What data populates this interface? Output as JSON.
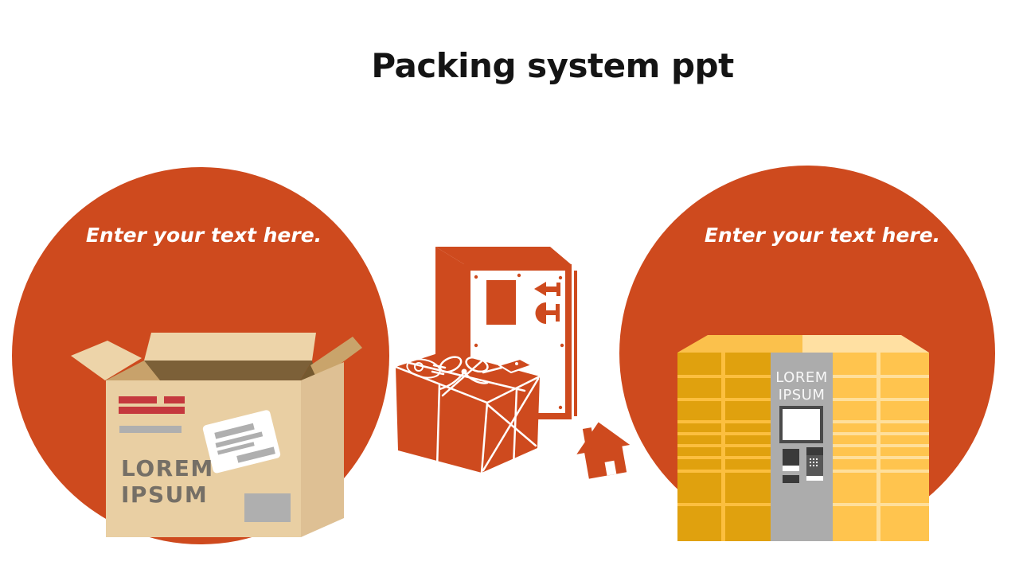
{
  "slide": {
    "title": "Packing system ppt"
  },
  "left_group": {
    "placeholder": "Enter your text here.",
    "box_label": {
      "line1": "LOREM",
      "line2": "IPSUM"
    },
    "icon_names": [
      "open-cardboard-box-icon",
      "shipping-label-icon",
      "postage-stamp-icon"
    ]
  },
  "center_group": {
    "icon_names": [
      "shipping-crate-icon",
      "fragile-glass-icon",
      "this-side-up-arrow-icon",
      "wrapped-parcel-icon",
      "ribbon-bow-icon",
      "parcel-tag-icon",
      "house-icon"
    ]
  },
  "right_group": {
    "placeholder": "Enter your text here.",
    "kiosk_label": {
      "line1": "LOREM",
      "line2": "IPSUM"
    },
    "icon_names": [
      "parcel-locker-icon",
      "kiosk-screen-icon",
      "kiosk-keypad-icon"
    ]
  },
  "colors": {
    "accent_orange": "#CE4A1E",
    "title_black": "#141414",
    "box_tan": "#E9CFA3",
    "box_tan_side": "#DEC094",
    "box_flap_tan": "#EDD4A9",
    "box_inside_brown": "#7C6038",
    "box_inside_mid": "#C8A26B",
    "label_red": "#C5383E",
    "neutral_gray": "#AFAFAF",
    "box_text_gray": "#756F66",
    "locker_cell_dark": "#E0A10E",
    "locker_cell_light": "#FFC44E",
    "locker_gap_light": "#FCBF3F",
    "locker_gap_pale": "#FFDF9B",
    "locker_top_left": "#FBC14C",
    "locker_top_right": "#FFE0A2",
    "kiosk_gray": "#ACACAC",
    "kiosk_dark": "#3A3A3A",
    "white": "#FFFFFF"
  }
}
